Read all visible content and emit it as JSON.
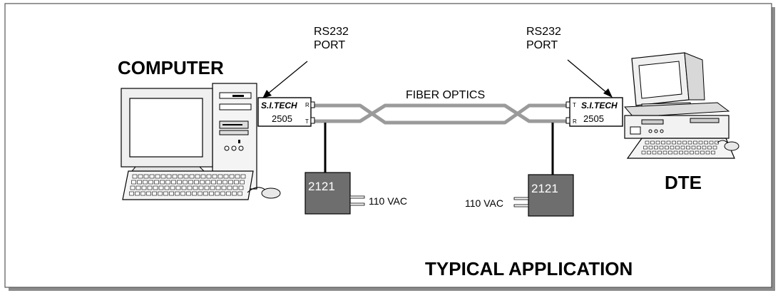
{
  "labels": {
    "computer": "COMPUTER",
    "dte": "DTE",
    "fiber": "FIBER OPTICS",
    "caption": "TYPICAL APPLICATION",
    "port_left_line1": "RS232",
    "port_left_line2": "PORT",
    "port_right_line1": "RS232",
    "port_right_line2": "PORT"
  },
  "converter_left": {
    "brand": "S.I.TECH",
    "model": "2505",
    "rx": "R",
    "tx": "T"
  },
  "converter_right": {
    "brand": "S.I.TECH",
    "model": "2505",
    "tx": "T",
    "rx": "R"
  },
  "power_left": {
    "model": "2121",
    "voltage": "110 VAC"
  },
  "power_right": {
    "model": "2121",
    "voltage": "110 VAC"
  },
  "colors": {
    "fiber": "#9a9a9a",
    "power_box": "#6e6e6e",
    "frame_shadow": "#8c8c8c"
  }
}
